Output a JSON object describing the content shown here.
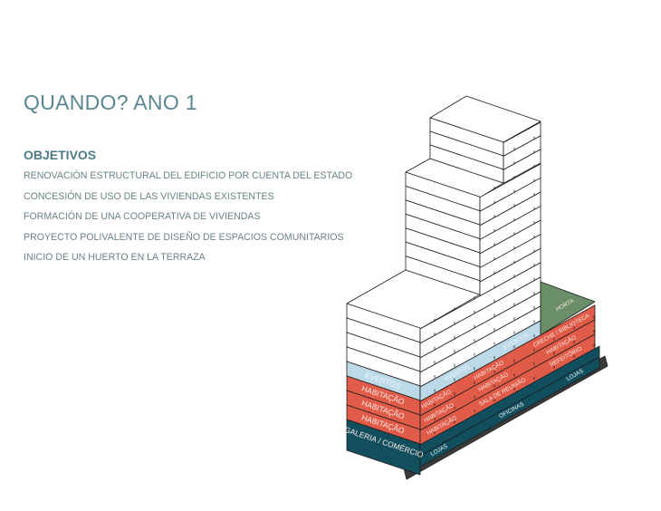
{
  "header": {
    "title": "QUANDO? ANO 1"
  },
  "objectives": {
    "heading": "OBJETIVOS",
    "items": [
      "RENOVACIÓN ESTRUCTURAL DEL EDIFICIO POR CUENTA DEL ESTADO",
      "CONCESIÓN DE USO DE LAS VIVIENDAS EXISTENTES",
      "FORMACIÓN DE UNA COOPERATIVA DE VIVIENDAS",
      "PROYECTO POLIVALENTE DE DISEÑO DE ESPACIOS COMUNITARIOS",
      "INICIO DE UN HUERTO EN LA TERRAZA"
    ]
  },
  "building": {
    "colors": {
      "eventos": "#bcd9e7",
      "habitacao": "#e05b48",
      "comercio": "#114f5f",
      "horta": "#6a8f68",
      "ground": "#3a3a3a"
    },
    "left_face": [
      "EVENTOS",
      "HABITAÇÃO",
      "HABITAÇÃO",
      "HABITAÇÃO",
      "GALERIA / COMÉRCIO"
    ],
    "right_face": {
      "eventos": [
        "EVENTOS",
        "EVENTOS"
      ],
      "row1": [
        "HABITAÇÃO",
        "HABITAÇÃO",
        "CRECHE / BIBLIOTECA"
      ],
      "row2": [
        "HABITAÇÃO",
        "HABITAÇÃO",
        "HABITAÇÃO"
      ],
      "row3": [
        "HABITAÇÃO",
        "SALA DE REUNIÃO",
        "REFEITÓRIO"
      ],
      "comercio": [
        "LOJAS",
        "OFICINAS",
        "LOJAS"
      ]
    },
    "roof": "HORTA"
  }
}
